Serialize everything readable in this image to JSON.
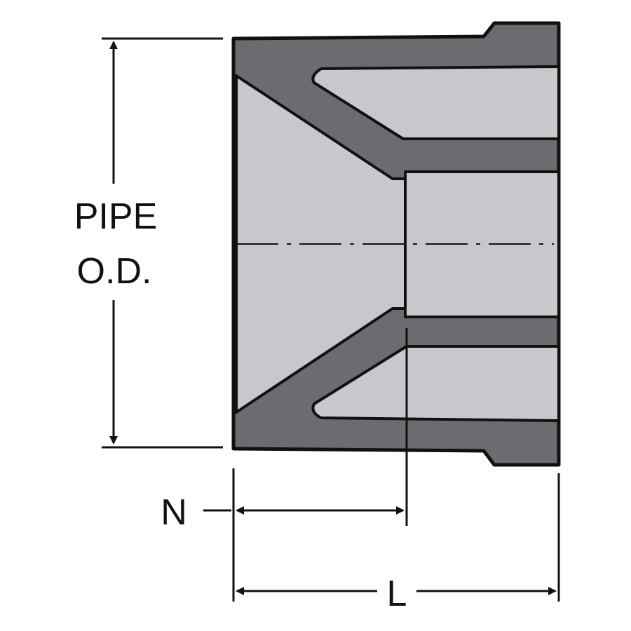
{
  "labels": {
    "pipe_od_line1": "PIPE",
    "pipe_od_line2": "O.D.",
    "n": "N",
    "l": "L"
  },
  "colors": {
    "body_dark": "#6b6b70",
    "cavity_light": "#c8c8cc",
    "outline": "#111111",
    "background": "#ffffff"
  }
}
